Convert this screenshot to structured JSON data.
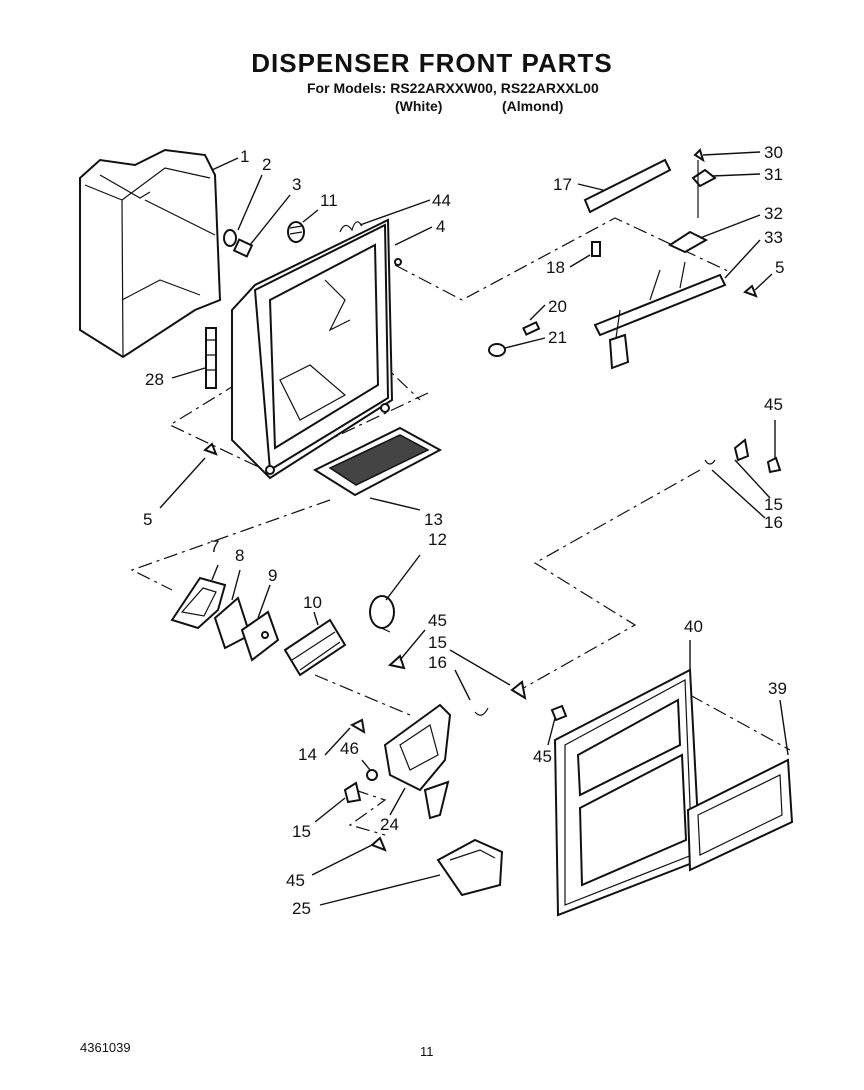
{
  "header": {
    "title": "DISPENSER FRONT PARTS",
    "models_line": "For Models: RS22ARXXW00, RS22ARXXL00",
    "color_white": "(White)",
    "color_almond": "(Almond)"
  },
  "footer": {
    "doc_number": "4361039",
    "page_number": "11"
  },
  "callouts": {
    "c1": "1",
    "c2": "2",
    "c3": "3",
    "c11": "11",
    "c44": "44",
    "c4": "4",
    "c17": "17",
    "c30": "30",
    "c31": "31",
    "c32": "32",
    "c33": "33",
    "c5a": "5",
    "c18": "18",
    "c20": "20",
    "c21": "21",
    "c28": "28",
    "c5b": "5",
    "c13": "13",
    "c45a": "45",
    "c15a": "15",
    "c16a": "16",
    "c7": "7",
    "c8": "8",
    "c9": "9",
    "c10": "10",
    "c12": "12",
    "c45b": "45",
    "c15b": "15",
    "c16b": "16",
    "c40": "40",
    "c39": "39",
    "c45c": "45",
    "c14": "14",
    "c46": "46",
    "c15c": "15",
    "c24": "24",
    "c45d": "45",
    "c25": "25"
  }
}
